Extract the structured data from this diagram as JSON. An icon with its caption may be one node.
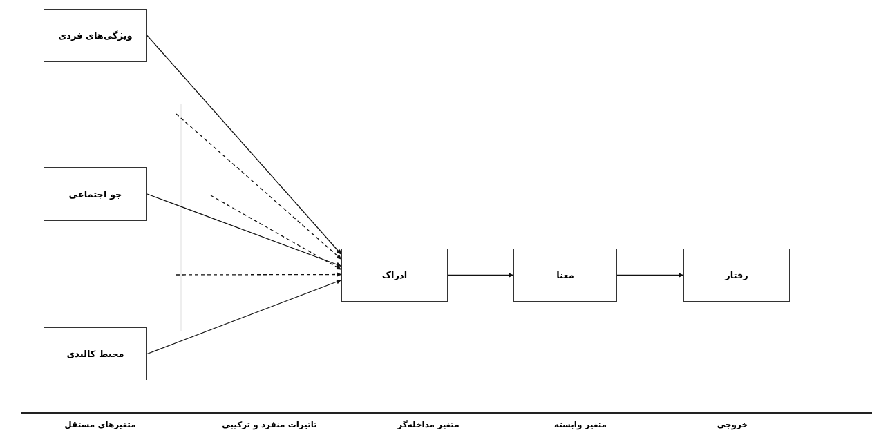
{
  "diagram": {
    "nodes": [
      {
        "text": [
          "ویژگی‌های فردی"
        ]
      },
      {
        "text": [
          "جو اجتماعی"
        ]
      },
      {
        "text": [
          "محیط کالبدی"
        ]
      },
      {
        "text": [
          "ادراک"
        ]
      },
      {
        "text": [
          "معنا"
        ]
      },
      {
        "text": [
          "رفتار"
        ]
      }
    ],
    "edges": [
      {
        "from": 0,
        "to": 3,
        "arrow": "to"
      },
      {
        "from": 1,
        "to": 3,
        "arrow": "to"
      },
      {
        "from": 2,
        "to": 3,
        "arrow": "to"
      },
      {
        "from": null,
        "to": 3,
        "arrow": "to",
        "style": "dashed"
      },
      {
        "from": null,
        "to": 3,
        "arrow": "to",
        "style": "dashed"
      },
      {
        "from": null,
        "to": 3,
        "arrow": "to",
        "style": "dashed"
      },
      {
        "from": 3,
        "to": 4,
        "arrow": "to"
      },
      {
        "from": 4,
        "to": 5,
        "arrow": "to"
      }
    ],
    "labels": [
      "متغیرهای مستقل",
      "تاثیرات منفرد و ترکیبی",
      "متغیر مداخله‌گر",
      "متغیر وابسته",
      "خروجی"
    ]
  }
}
